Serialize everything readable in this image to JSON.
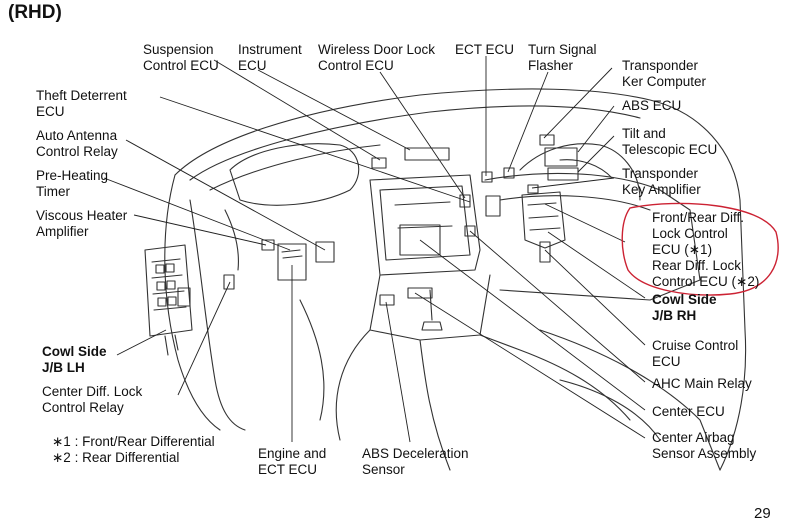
{
  "title": "(RHD)",
  "page_number": "29",
  "labels": {
    "suspension": "Suspension\nControl ECU",
    "instrument": "Instrument\nECU",
    "wireless": "Wireless Door Lock\nControl ECU",
    "ect": "ECT ECU",
    "turn_signal": "Turn Signal\nFlasher",
    "transponder_computer": "Transponder\nKer Computer",
    "abs_ecu": "ABS ECU",
    "tilt": "Tilt and\nTelescopic ECU",
    "transponder_amp": "Transponder\nKey Amplifier",
    "diff_lock": "Front/Rear Diff.\nLock Control\nECU (∗1)\nRear Diff. Lock\nControl ECU (∗2)",
    "cowl_rh": "Cowl Side\nJ/B RH",
    "cruise": "Cruise Control\nECU",
    "ahc": "AHC Main Relay",
    "center_ecu": "Center ECU",
    "airbag": "Center Airbag\nSensor Assembly",
    "abs_decel": "ABS Deceleration\nSensor",
    "engine": "Engine and\nECT ECU",
    "center_diff": "Center Diff. Lock\nControl Relay",
    "cowl_lh": "Cowl Side\nJ/B LH",
    "viscous": "Viscous Heater\nAmplifier",
    "preheat": "Pre-Heating\nTimer",
    "antenna": "Auto Antenna\nControl Relay",
    "theft": "Theft Deterrent\nECU"
  },
  "footnotes": {
    "note1": "∗1 : Front/Rear Differential",
    "note2": "∗2 : Rear Differential"
  },
  "colors": {
    "highlight": "#cc2233",
    "line": "#222222"
  }
}
